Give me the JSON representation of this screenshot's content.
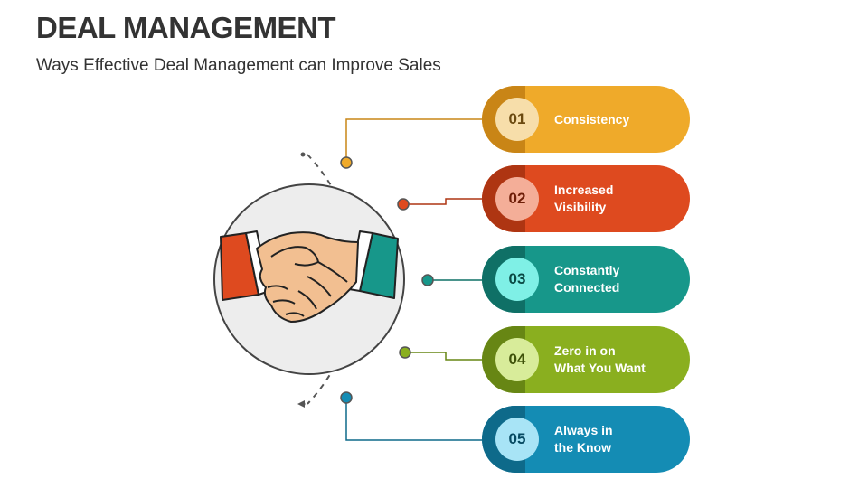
{
  "header": {
    "title": "DEAL MANAGEMENT",
    "subtitle": "Ways Effective Deal Management can Improve Sales"
  },
  "icon": "handshake-icon",
  "items": [
    {
      "number": "01",
      "line1": "Consistency",
      "line2": "",
      "color": "#EFAA2A",
      "dark": "#C98516",
      "light": "#F7DEAA",
      "num_color": "#6B4A10"
    },
    {
      "number": "02",
      "line1": "Increased",
      "line2": "Visibility",
      "color": "#DE4A1F",
      "dark": "#AE3512",
      "light": "#F4AE98",
      "num_color": "#6E1E08"
    },
    {
      "number": "03",
      "line1": "Constantly",
      "line2": "Connected",
      "color": "#17978A",
      "dark": "#0F7066",
      "light": "#7FF0E6",
      "num_color": "#0A4A44"
    },
    {
      "number": "04",
      "line1": "Zero in on",
      "line2": "What You Want",
      "color": "#8AAF1F",
      "dark": "#678614",
      "light": "#D8EC9A",
      "num_color": "#3F520A"
    },
    {
      "number": "05",
      "line1": "Always in",
      "line2": "the Know",
      "color": "#148CB4",
      "dark": "#0E6A8A",
      "light": "#A8E4F6",
      "num_color": "#074A62"
    }
  ]
}
